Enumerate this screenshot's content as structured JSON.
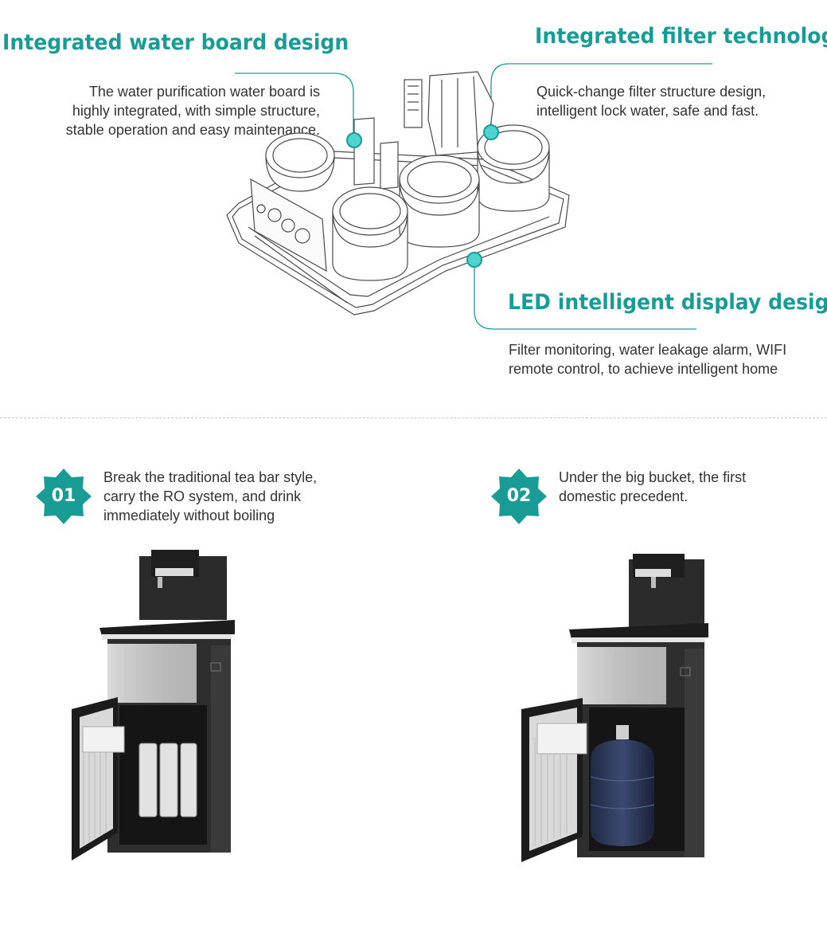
{
  "features": {
    "water_board": {
      "title": "Integrated water board design",
      "lines": [
        "The water purification water board is",
        "highly integrated, with simple structure,",
        "stable operation and easy maintenance."
      ]
    },
    "filter": {
      "title": "Integrated filter technology",
      "lines": [
        "Quick-change filter structure design,",
        "intelligent lock water, safe and fast."
      ]
    },
    "led": {
      "title": "LED intelligent display design",
      "lines": [
        "Filter monitoring, water leakage alarm, WIFI",
        "remote control, to achieve intelligent home"
      ]
    }
  },
  "items": [
    {
      "badge": "01",
      "lines": [
        "Break the traditional tea bar style,",
        "carry the RO system, and drink",
        "immediately without boiling"
      ]
    },
    {
      "badge": "02",
      "lines": [
        "Under the big bucket, the first",
        "domestic precedent."
      ]
    }
  ],
  "colors": {
    "accent": "#1a9c96",
    "marker": "#4fd3cf",
    "text": "#333333"
  },
  "icons": [
    "water-board-illustration",
    "callout-marker",
    "water-dispenser-filters",
    "water-dispenser-bucket",
    "badge-octagram"
  ]
}
